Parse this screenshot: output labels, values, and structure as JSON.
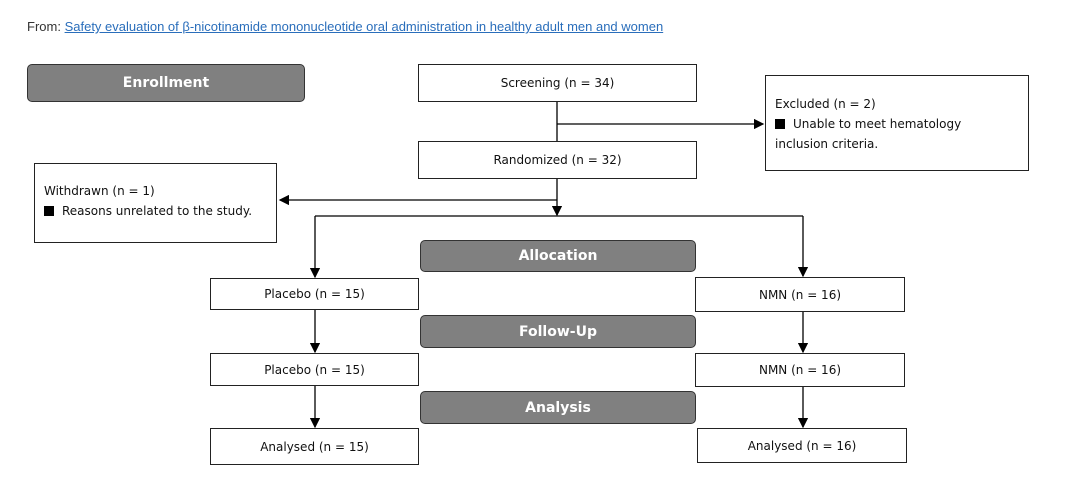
{
  "source": {
    "prefix": "From:",
    "article_title": "Safety evaluation of β-nicotinamide mononucleotide oral administration in healthy adult men and women"
  },
  "stages": {
    "enrollment": "Enrollment",
    "allocation": "Allocation",
    "follow_up": "Follow-Up",
    "analysis": "Analysis"
  },
  "boxes": {
    "screening": "Screening (n = 34)",
    "excluded_title": "Excluded (n = 2)",
    "excluded_reason_1": "Unable to meet hematology",
    "excluded_reason_2": "inclusion criteria.",
    "randomized": "Randomized (n = 32)",
    "withdrawn_title": "Withdrawn (n = 1)",
    "withdrawn_reason": "Reasons unrelated to the study.",
    "placebo_allocation": "Placebo (n = 15)",
    "nmn_allocation": "NMN (n = 16)",
    "placebo_followup": "Placebo (n = 15)",
    "nmn_followup": "NMN (n = 16)",
    "placebo_analysed": "Analysed (n = 15)",
    "nmn_analysed": "Analysed (n = 16)"
  }
}
